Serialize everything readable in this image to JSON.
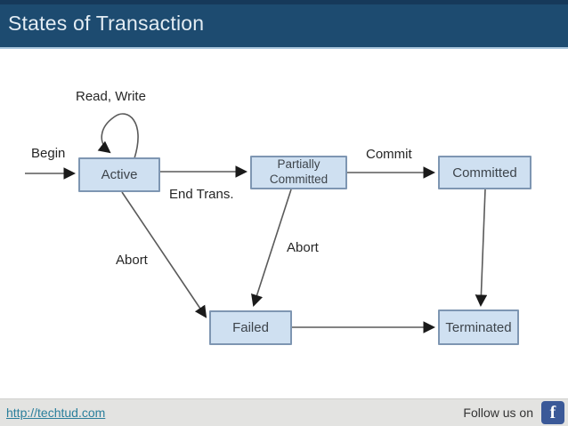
{
  "header": {
    "title": "States of Transaction"
  },
  "diagram": {
    "states": {
      "active": "Active",
      "partially_committed_line1": "Partially",
      "partially_committed_line2": "Committed",
      "committed": "Committed",
      "failed": "Failed",
      "terminated": "Terminated"
    },
    "labels": {
      "begin": "Begin",
      "read_write": "Read, Write",
      "end_trans": "End Trans.",
      "commit": "Commit",
      "abort_from_active": "Abort",
      "abort_from_partially_committed": "Abort"
    }
  },
  "footer": {
    "link": "http://techtud.com",
    "follow": "Follow us on",
    "facebook_letter": "f"
  },
  "colors": {
    "header_bg": "#1d4b70",
    "header_top_strip": "#16395a",
    "header_underline": "#a9c6dd",
    "state_fill": "#cfe0f1",
    "state_border": "#7e96b2",
    "arrow_stroke": "#5a5a5a",
    "footer_bg": "#e3e3e1",
    "link_color": "#2b7f9c",
    "facebook_blue": "#3b5998"
  }
}
